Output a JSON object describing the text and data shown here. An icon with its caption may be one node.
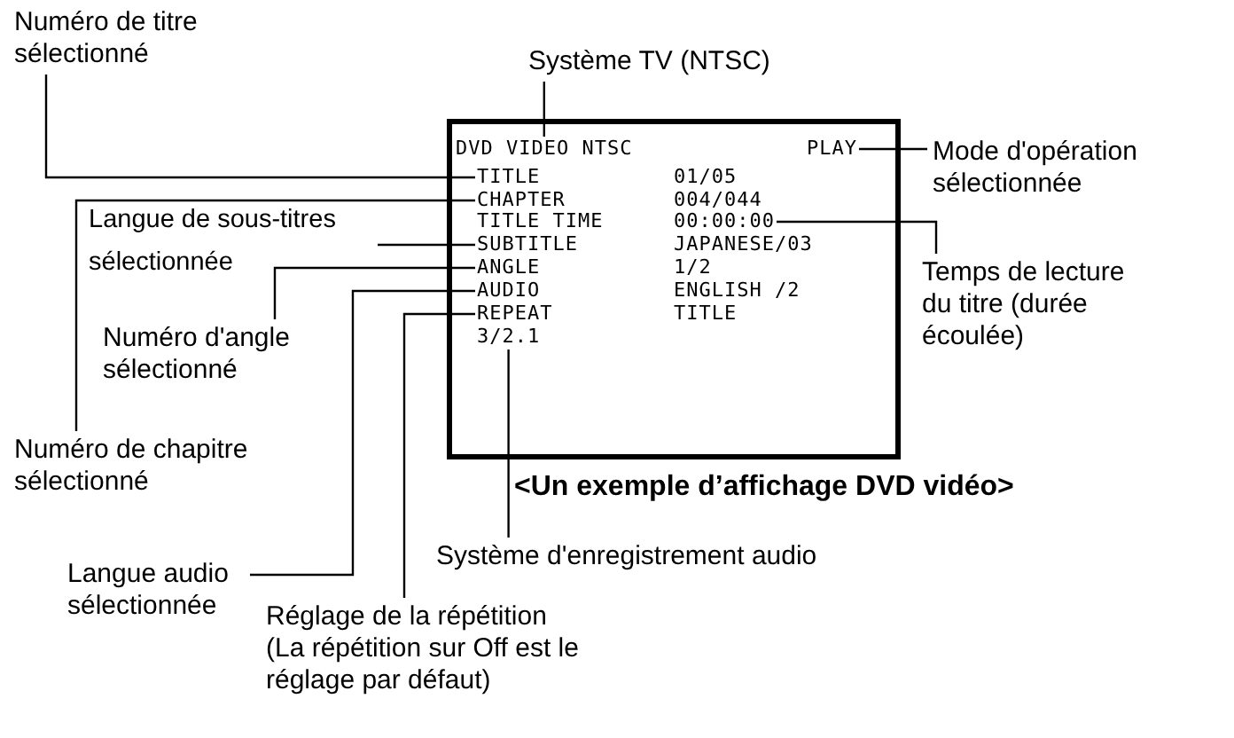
{
  "diagram": {
    "caption": "<Un exemple d’affichage DVD vidéo>",
    "nodes": [
      {
        "text": [],
        "shape": "box"
      },
      {
        "text": [
          "DVD VIDEO NTSC"
        ],
        "in": 0
      },
      {
        "text": [
          "PLAY"
        ],
        "in": 0
      },
      {
        "text": [
          "TITLE"
        ],
        "in": 0
      },
      {
        "text": [
          "CHAPTER"
        ],
        "in": 0
      },
      {
        "text": [
          "00:00:00"
        ],
        "in": 0
      },
      {
        "text": [
          "SUBTITLE"
        ],
        "in": 0
      },
      {
        "text": [
          "ANGLE"
        ],
        "in": 0
      },
      {
        "text": [
          "AUDIO"
        ],
        "in": 0
      },
      {
        "text": [
          "REPEAT"
        ],
        "in": 0
      },
      {
        "text": [
          "3/2.1"
        ],
        "in": 0
      },
      {
        "text": [
          "Numéro de titre sélectionné"
        ]
      },
      {
        "text": [
          "Système TV (NTSC)"
        ]
      },
      {
        "text": [
          "Mode d'opération sélectionnée"
        ]
      },
      {
        "text": [
          "Langue de sous-titres sélectionnée"
        ]
      },
      {
        "text": [
          "Numéro d'angle sélectionné"
        ]
      },
      {
        "text": [
          "Temps de lecture du titre (durée écoulée)"
        ]
      },
      {
        "text": [
          "Numéro de chapitre sélectionné"
        ]
      },
      {
        "text": [
          "Langue audio sélectionnée"
        ]
      },
      {
        "text": [
          "Système d'enregistrement audio"
        ]
      },
      {
        "text": [
          "Réglage de la répétition (La répétition sur Off est le réglage par défaut)"
        ]
      }
    ],
    "edges": [
      {
        "from": 11,
        "to": 3,
        "arrow": "none"
      },
      {
        "from": 12,
        "to": 1,
        "arrow": "none"
      },
      {
        "from": 13,
        "to": 2,
        "arrow": "none"
      },
      {
        "from": 14,
        "to": 6,
        "arrow": "none"
      },
      {
        "from": 15,
        "to": 7,
        "arrow": "none"
      },
      {
        "from": 16,
        "to": 5,
        "arrow": "none"
      },
      {
        "from": 17,
        "to": 4,
        "arrow": "none"
      },
      {
        "from": 18,
        "to": 8,
        "arrow": "none"
      },
      {
        "from": 19,
        "to": 10,
        "arrow": "none"
      },
      {
        "from": 20,
        "to": 9,
        "arrow": "none"
      }
    ],
    "labels": [
      "01/05",
      "004/044",
      "TITLE TIME",
      "JAPANESE/03",
      "1/2",
      "ENGLISH /2",
      "TITLE"
    ]
  }
}
